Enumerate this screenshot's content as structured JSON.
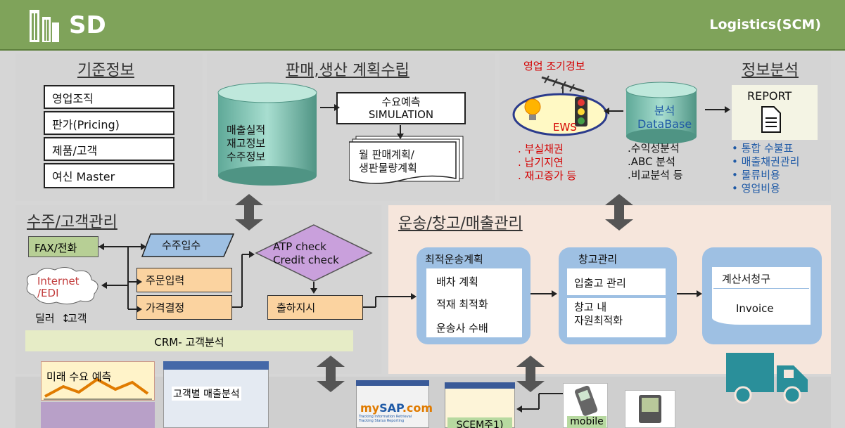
{
  "header": {
    "title": "SD",
    "right": "Logistics(SCM)"
  },
  "master": {
    "title": "기준정보",
    "items": [
      "영업조직",
      "판가(Pricing)",
      "제품/고객",
      "여신 Master"
    ]
  },
  "planning": {
    "title": "판매,생산 계획수립",
    "cylinder_text": "매출실적\n재고정보\n수주정보",
    "simulation": "수요예측\nSIMULATION",
    "plan_doc": "월 판매계획/\n생판물량계획"
  },
  "analysis": {
    "title": "정보분석",
    "warning_label": "영업 조기경보",
    "ews": "EWS",
    "warnings": ". 부실채권\n. 납기지연\n. 재고증가 등",
    "db_label": "분석\nDataBase",
    "db_items": ".수익성분석\n.ABC 분석\n.비교분석 등",
    "report": "REPORT",
    "bullets": [
      "통합 수불표",
      "매출채권관리",
      "물류비용",
      "영업비용"
    ],
    "bullet_mark": "•"
  },
  "order": {
    "title": "수주/고객관리",
    "fax": "FAX/전화",
    "internet": "Internet\n/EDI",
    "dealer": "딜러",
    "customer": "고객",
    "receive": "수주입수",
    "entry": "주문입력",
    "pricing": "가격결정",
    "check": "ATP check\nCredit check",
    "ship": "출하지시",
    "crm": "CRM- 고객분석"
  },
  "transport": {
    "title": "운송/창고/매출관리",
    "plan_title": "최적운송계획",
    "plan_items": [
      "배차 계획",
      "적재 최적화",
      "운송사 수배"
    ],
    "wh_title": "창고관리",
    "wh_item1": "입출고 관리",
    "wh_item2": "창고 내\n자원최적화",
    "billing1": "계산서청구",
    "billing2": "Invoice"
  },
  "bottom": {
    "forecast": "미래 수요 예측",
    "sales": "고객별 매출분석",
    "mysap_a": "my",
    "mysap_b": "SAP",
    "mysap_c": ".com",
    "tracking": "Tracking Information Retrieval\nTracking Status Reporting",
    "scem": "SCEM주1)",
    "mobile": "mobile"
  },
  "colors": {
    "header": "#7fa35a",
    "panel": "#d4d4d4",
    "peach": "#f6e6dc",
    "card": "#9ec0e3",
    "orange": "#fbd3a0",
    "purple": "#c9a0dc",
    "teal": "#6ab8a8",
    "red": "#d40000",
    "blue": "#1f5aa6",
    "truck": "#2a8f9a"
  },
  "icons": [
    "building-icon",
    "antenna-icon",
    "bulb-icon",
    "traffic-light-icon",
    "document-icon",
    "truck-icon",
    "phone-icon",
    "pda-icon",
    "double-arrow-icon"
  ]
}
